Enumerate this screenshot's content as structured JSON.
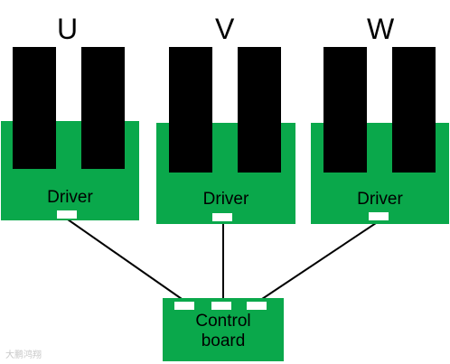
{
  "phases": [
    {
      "label": "U",
      "driver_label": "Driver"
    },
    {
      "label": "V",
      "driver_label": "Driver"
    },
    {
      "label": "W",
      "driver_label": "Driver"
    }
  ],
  "control_board": {
    "line1": "Control",
    "line2": "board"
  },
  "colors": {
    "board": "#0aa84b",
    "bar": "#000000",
    "pad": "#ffffff",
    "wire": "#000000"
  },
  "watermark": "大鹏鸿翔"
}
